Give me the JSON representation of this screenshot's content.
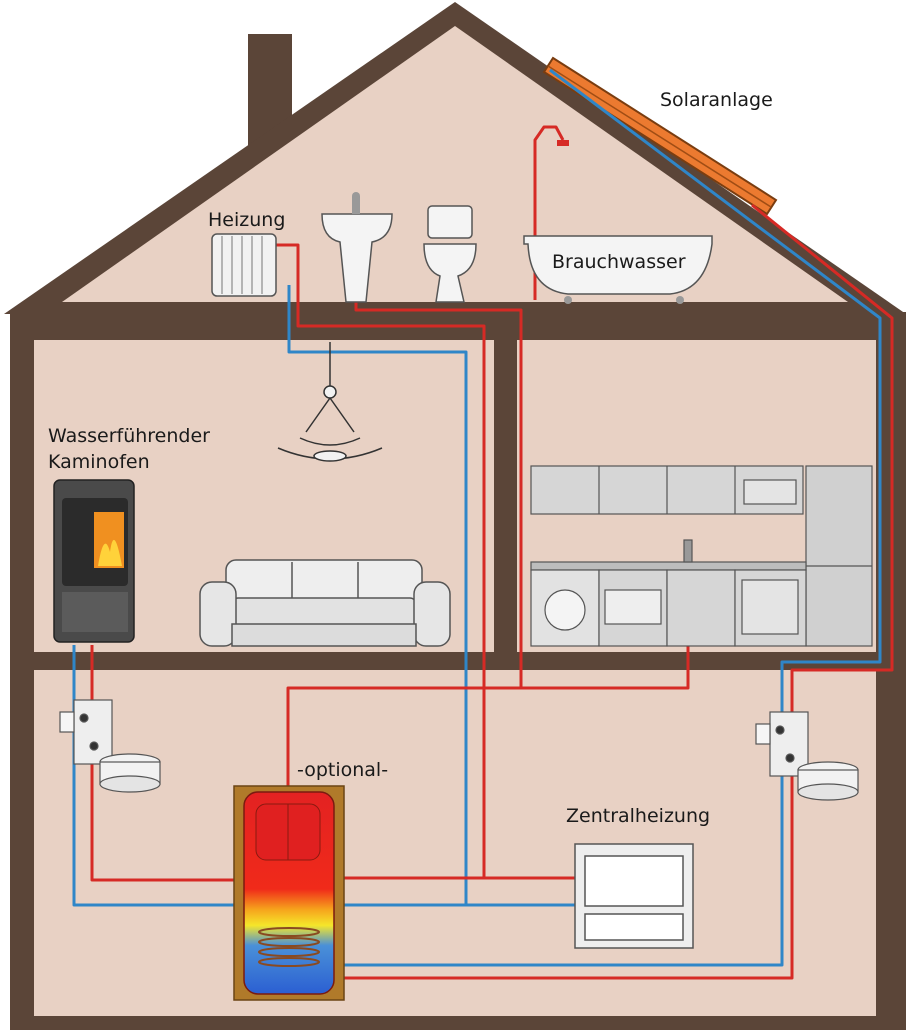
{
  "labels": {
    "solar": "Solaranlage",
    "heating_top": "Heizung",
    "hot_water": "Brauchwasser",
    "stove_line1": "Wasserführender",
    "stove_line2": "Kaminofen",
    "optional": "-optional-",
    "central_heating": "Zentralheizung"
  },
  "colors": {
    "wall": "#5b4538",
    "interior": "#e8d1c4",
    "hot_pipe": "#d62a25",
    "cold_pipe": "#2f86c8",
    "solar_panel": "#ec7a30",
    "tank_frame": "#b07a2a",
    "appliance": "#d6d6d6"
  },
  "icons": {
    "radiator": "radiator-icon",
    "sink": "sink-icon",
    "toilet": "toilet-icon",
    "bathtub": "bathtub-icon",
    "shower": "shower-icon",
    "chandelier": "chandelier-icon",
    "sofa": "sofa-icon",
    "stove": "wood-stove-icon",
    "kitchen": "kitchen-icon",
    "pump_station": "pump-station-icon",
    "expansion_vessel": "expansion-vessel-icon",
    "storage_tank": "storage-tank-icon",
    "central_radiator": "central-heating-icon",
    "chimney": "chimney-icon"
  }
}
